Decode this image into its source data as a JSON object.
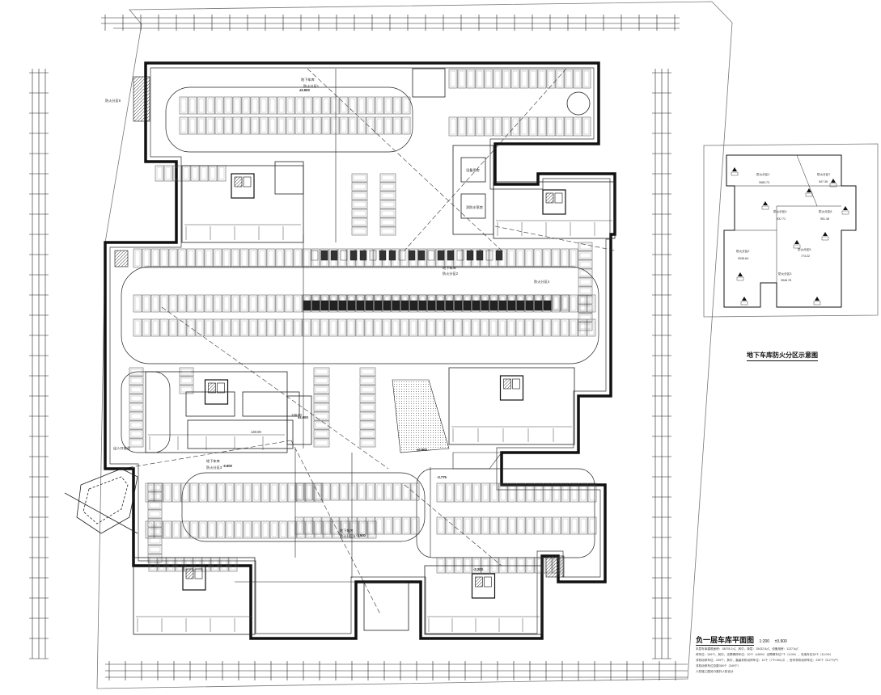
{
  "drawing": {
    "title": "负一层车库平面图",
    "scale": "1:200",
    "elevation": "±3.900",
    "notes": [
      "本层车库建筑面积：18078.2㎡，其中，单层：15432.8㎡，设备用房：1137.6㎡",
      "停车位：349个，其中，无障碍停车位：20个（≤50%）无障碍车位7个（4.0%），充电车位35个（10.0%）",
      "非机动停车位：249个，其中，高级非机动停车位：10个（7个/100㎡），信号非机动停车位：239个（5.2个/户）",
      "非机动停车位总数350个（349个）",
      "人防施工图另行委托人防设计"
    ]
  },
  "inset": {
    "title": "地下车库防火分区示意图",
    "zones": [
      {
        "label": "防火分区1",
        "area": "3983.73"
      },
      {
        "label": "防火分区2",
        "area": "3036.64"
      },
      {
        "label": "防火分区3",
        "area": "3946.78"
      },
      {
        "label": "防火分区4",
        "area": "937.71"
      },
      {
        "label": "防火分区5",
        "area": "773.22"
      },
      {
        "label": "防火分区6",
        "area": "951.38"
      },
      {
        "label": "防火分区7",
        "area": "947.38"
      }
    ]
  },
  "plan_labels": {
    "garage": "地下车库",
    "zone1": "防火分区1",
    "zone2": "防火分区2",
    "zone3": "防火分区3",
    "zone4": "防火分区4",
    "zone5": "防火分区5",
    "zone6": "防火分区6",
    "elev_main": "±3.900",
    "elev_b": "-3.500",
    "elev_c": "-3.775",
    "elev_d": "-3.200",
    "area_a": "140.00",
    "area_b": "138.50",
    "ramp": "出入口坡道",
    "equip": "设备用房",
    "pump": "消防水泵房"
  },
  "colors": {
    "line": "#222222",
    "wall": "#111111",
    "hatch": "#555555",
    "stall": "#444444"
  }
}
